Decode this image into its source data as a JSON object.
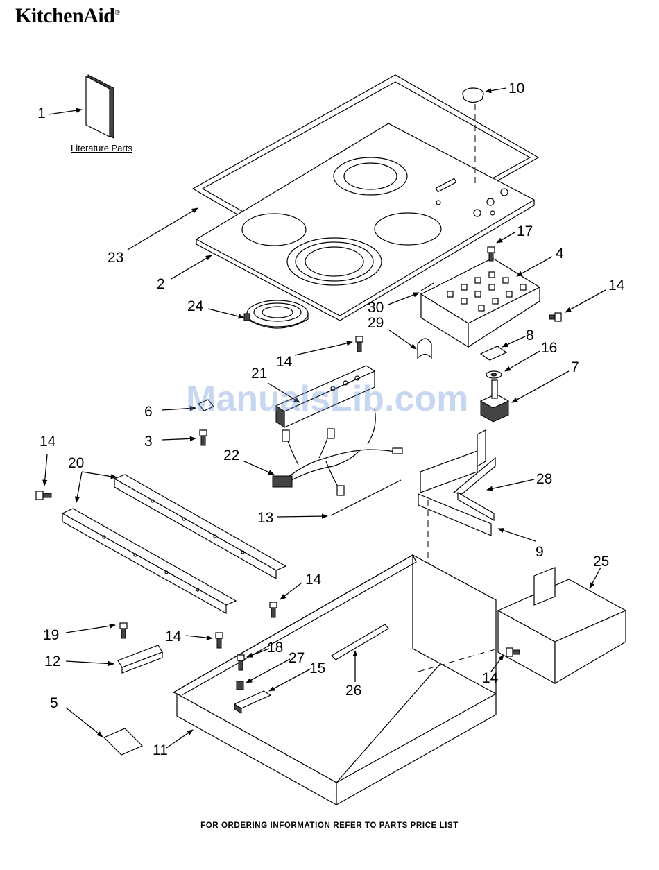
{
  "header": {
    "brand": "KitchenAid",
    "trademark": "®"
  },
  "literature_label": "Literature Parts",
  "watermark": "ManualsLib.com",
  "footer": "FOR ORDERING INFORMATION REFER TO PARTS PRICE LIST",
  "callouts": {
    "c1": "1",
    "c2": "2",
    "c3": "3",
    "c4": "4",
    "c5": "5",
    "c6": "6",
    "c7": "7",
    "c8": "8",
    "c9": "9",
    "c10": "10",
    "c11": "11",
    "c12": "12",
    "c13": "13",
    "c14": "14",
    "c15": "15",
    "c16": "16",
    "c17": "17",
    "c18": "18",
    "c19": "19",
    "c20": "20",
    "c21": "21",
    "c22": "22",
    "c23": "23",
    "c24": "24",
    "c25": "25",
    "c26": "26",
    "c27": "27",
    "c28": "28",
    "c29": "29",
    "c30": "30"
  }
}
